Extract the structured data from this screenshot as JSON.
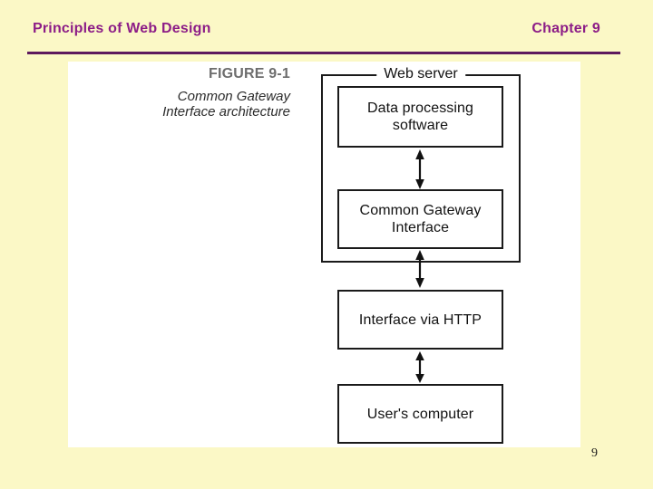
{
  "header": {
    "title": "Principles of Web Design",
    "chapter": "Chapter 9"
  },
  "figure": {
    "label": "FIGURE 9-1",
    "caption_lines": [
      "Common Gateway",
      "Interface architecture"
    ],
    "diagram": {
      "container_label": "Web server",
      "nodes": [
        {
          "lines": [
            "Data processing",
            "software"
          ]
        },
        {
          "lines": [
            "Common Gateway",
            "Interface"
          ]
        },
        {
          "lines": [
            "Interface via HTTP"
          ]
        },
        {
          "lines": [
            "User's computer"
          ]
        }
      ],
      "connector_icon": "double-headed-arrow"
    }
  },
  "footer": {
    "page_number": "9"
  },
  "colors": {
    "background": "#FBF8C6",
    "header_text": "#8C1D87",
    "divider": "#5D195D",
    "figure_label_text": "#6D6D6D",
    "panel_background": "#FFFFFF",
    "box_border": "#1A1A1A"
  }
}
